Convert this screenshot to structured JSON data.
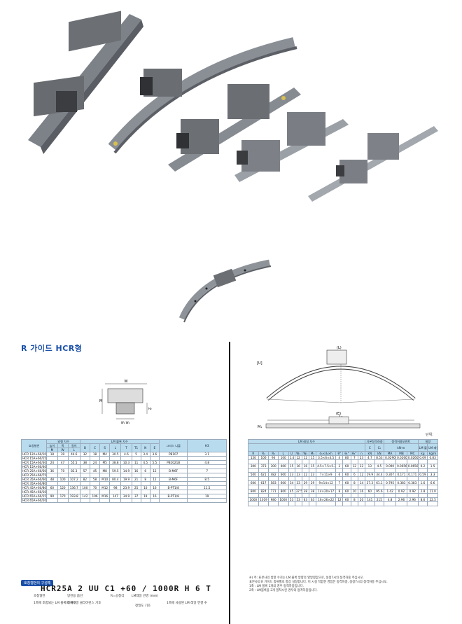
{
  "section_title": "R 가이드 HCR형",
  "unit_note": "단위:",
  "left_table": {
    "group_headers": [
      "호칭형번",
      "외형 치수",
      "LM 블록 치수",
      "그리스 니플"
    ],
    "sub_headers": [
      "높이",
      "폭",
      "길이",
      "B",
      "C",
      "S",
      "L",
      "T",
      "T1",
      "N",
      "E",
      "H3"
    ],
    "sub_symbols": [
      "M",
      "W",
      "L"
    ],
    "rows": [
      [
        "HCR 12A+60/100R",
        "18",
        "39",
        "44.6",
        "32",
        "18",
        "M4",
        "30.5",
        "4.6",
        "5",
        "3.4",
        "3.6",
        "PB107",
        "3.1"
      ],
      [
        "HCR 15A+60/150R",
        "",
        "",
        "",
        "",
        "",
        "",
        "",
        "",
        "",
        "",
        "",
        "",
        ""
      ],
      [
        "HCR 15A+60/300R",
        "24",
        "47",
        "55.5",
        "38",
        "24",
        "M5",
        "38.8",
        "10.3",
        "11",
        "4.5",
        "5.5",
        "PB1021B",
        "4.8"
      ],
      [
        "HCR 15A+60/400R",
        "",
        "",
        "",
        "",
        "",
        "",
        "",
        "",
        "",
        "",
        "",
        "",
        ""
      ],
      [
        "HCR 25A+60/500R",
        "36",
        "70",
        "82.3",
        "57",
        "45",
        "M8",
        "59.5",
        "14.9",
        "16",
        "6",
        "12",
        "B-M6F",
        "7"
      ],
      [
        "HCR 25A+60/750R",
        "",
        "",
        "",
        "",
        "",
        "",
        "",
        "",
        "",
        "",
        "",
        "",
        ""
      ],
      [
        "HCR 35A+60/600R",
        "48",
        "100",
        "107.2",
        "82",
        "58",
        "M10",
        "80.4",
        "19.9",
        "21",
        "8",
        "12",
        "B-M6F",
        "8.5"
      ],
      [
        "HCR 35A+60/800R",
        "",
        "",
        "",
        "",
        "",
        "",
        "",
        "",
        "",
        "",
        "",
        "",
        ""
      ],
      [
        "HCR 45A+60/800R",
        "60",
        "120",
        "136.7",
        "100",
        "70",
        "M12",
        "98",
        "23.9",
        "25",
        "10",
        "16",
        "B-PT1/8",
        "11.5"
      ],
      [
        "HCR 45A+60/1000R",
        "",
        "",
        "",
        "",
        "",
        "",
        "",
        "",
        "",
        "",
        "",
        "",
        ""
      ],
      [
        "HCR 65A+60/1500R",
        "90",
        "170",
        "193.8",
        "142",
        "106",
        "M16",
        "147",
        "34.9",
        "37",
        "19",
        "16",
        "B-PT1/8",
        "19"
      ],
      [
        "HCR 65A+60/2000R",
        "",
        "",
        "",
        "",
        "",
        "",
        "",
        "",
        "",
        "",
        "",
        "",
        ""
      ]
    ]
  },
  "right_table": {
    "group_headers": [
      "LM 레일 치수",
      "기본정격하중",
      "정적허용모멘트",
      "질량"
    ],
    "moment_unit": "kN·m",
    "mass_headers": [
      "LM 블록",
      "LM 레일"
    ],
    "rows": [
      [
        "150",
        "106",
        "94",
        "100",
        "1.4",
        "12",
        "12",
        "15",
        "3.5×6×4.5",
        "4",
        "80",
        "7",
        "23",
        "4.7",
        "8.53",
        "0.0290",
        "0.0260",
        "0.0260",
        "0.09",
        "0.83"
      ],
      [
        "",
        "",
        "",
        "",
        "",
        "",
        "",
        "",
        "",
        "",
        "",
        "",
        "",
        "",
        "",
        "",
        "",
        "",
        "",
        ""
      ],
      [
        "300",
        "373",
        "300",
        "400",
        "15",
        "16",
        "16",
        "15",
        "4.5×7.5×5.3",
        "3",
        "60",
        "12",
        "32",
        "13",
        "4.5",
        "0.090",
        "0.0656",
        "0.0656",
        "0.2",
        "1.5"
      ],
      [
        "",
        "",
        "",
        "",
        "",
        "",
        "",
        "",
        "",
        "",
        "",
        "",
        "",
        "",
        "",
        "",
        "",
        "",
        "",
        ""
      ],
      [
        "500",
        "621",
        "482",
        "600",
        "23",
        "23",
        "22",
        "23",
        "7×11×9",
        "6",
        "60",
        "6",
        "12",
        "19.9",
        "34.4",
        "0.307",
        "0.171",
        "0.171",
        "0.59",
        "3.3"
      ],
      [
        "",
        "",
        "",
        "",
        "",
        "",
        "",
        "",
        "",
        "",
        "",
        "",
        "",
        "",
        "",
        "",
        "",
        "",
        "",
        ""
      ],
      [
        "600",
        "617",
        "583",
        "600",
        "34",
        "33",
        "29",
        "29",
        "9×14×12",
        "7",
        "60",
        "8",
        "14",
        "37.3",
        "61.1",
        "0.795",
        "0.383",
        "0.383",
        "1.6",
        "6.6"
      ],
      [
        "",
        "",
        "",
        "",
        "",
        "",
        "",
        "",
        "",
        "",
        "",
        "",
        "",
        "",
        "",
        "",
        "",
        "",
        "",
        ""
      ],
      [
        "800",
        "824",
        "771",
        "800",
        "45",
        "37.5",
        "38",
        "38",
        "14×20×17",
        "8",
        "60",
        "10",
        "16",
        "60",
        "95.6",
        "1.42",
        "0.92",
        "0.92",
        "2.8",
        "11.0"
      ],
      [
        "",
        "",
        "",
        "",
        "",
        "",
        "",
        "",
        "",
        "",
        "",
        "",
        "",
        "",
        "",
        "",
        "",
        "",
        "",
        ""
      ],
      [
        "1000",
        "1019",
        "980",
        "1000",
        "53",
        "53",
        "63",
        "63",
        "16×26×22",
        "12",
        "60",
        "8",
        "20",
        "141",
        "215",
        "4.8",
        "2.96",
        "2.96",
        "8.6",
        "22.5"
      ],
      [
        "",
        "",
        "",
        "",
        "",
        "",
        "",
        "",
        "",
        "",
        "",
        "",
        "",
        "",
        "",
        "",
        "",
        "",
        "",
        ""
      ]
    ]
  },
  "code_section": {
    "tag": "호칭형번의 구성예",
    "code": "HCR25A 2 UU C1 +60 / 1000R H 6 T",
    "notes": [
      "호칭형번",
      "1축에 조합되는 LM 블록의 개수",
      "방진용 옵션",
      "레이디얼 클리어런스 기호",
      "R=공칭각",
      "LM레일 반경 (mm)",
      "정밀도 기호",
      "1축에 사용된 LM 레일 연결 수"
    ]
  },
  "footnotes": [
    "※) 주: 표본사의 방향 수치는 LM 블록 방향의 영방향값으로, 설정7시의 정격하중 주십시오.",
    "표본사의 R 가이드 종류별로 향상 설정합니다. 이 시설 적합한 경험은 정격하중, 설정7시의 정격하중 주십시오.",
    "1축 : LM 블록 1개의 경우 정격하중입니다.",
    "2축 : LM블록을 2개 밀착시킨 경우의 정격하중입니다."
  ]
}
